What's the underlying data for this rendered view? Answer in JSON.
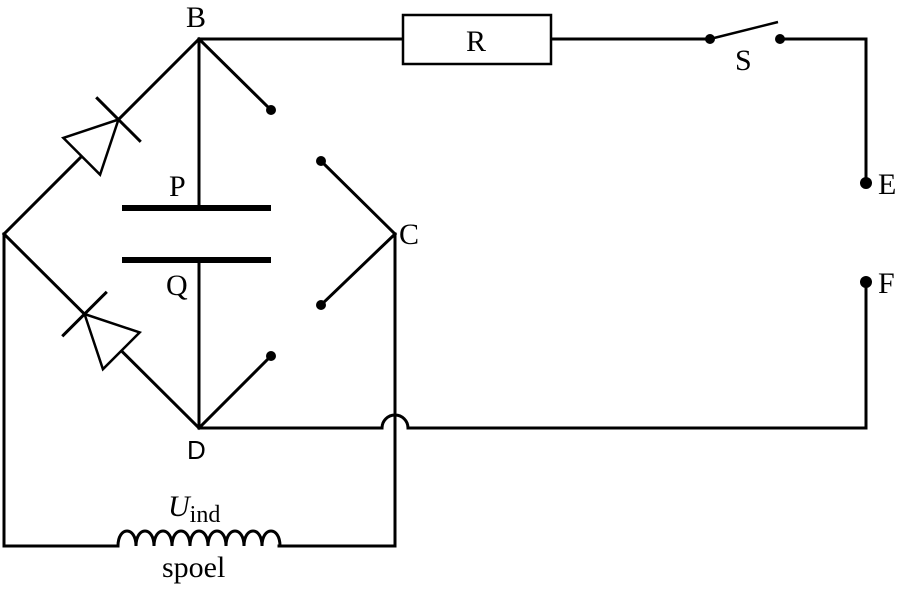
{
  "labels": {
    "B": "B",
    "R": "R",
    "S": "S",
    "E": "E",
    "P": "P",
    "C": "C",
    "Q": "Q",
    "F": "F",
    "D": "D",
    "u_main": "U",
    "u_sub": "ind",
    "spoel": "spoel"
  }
}
